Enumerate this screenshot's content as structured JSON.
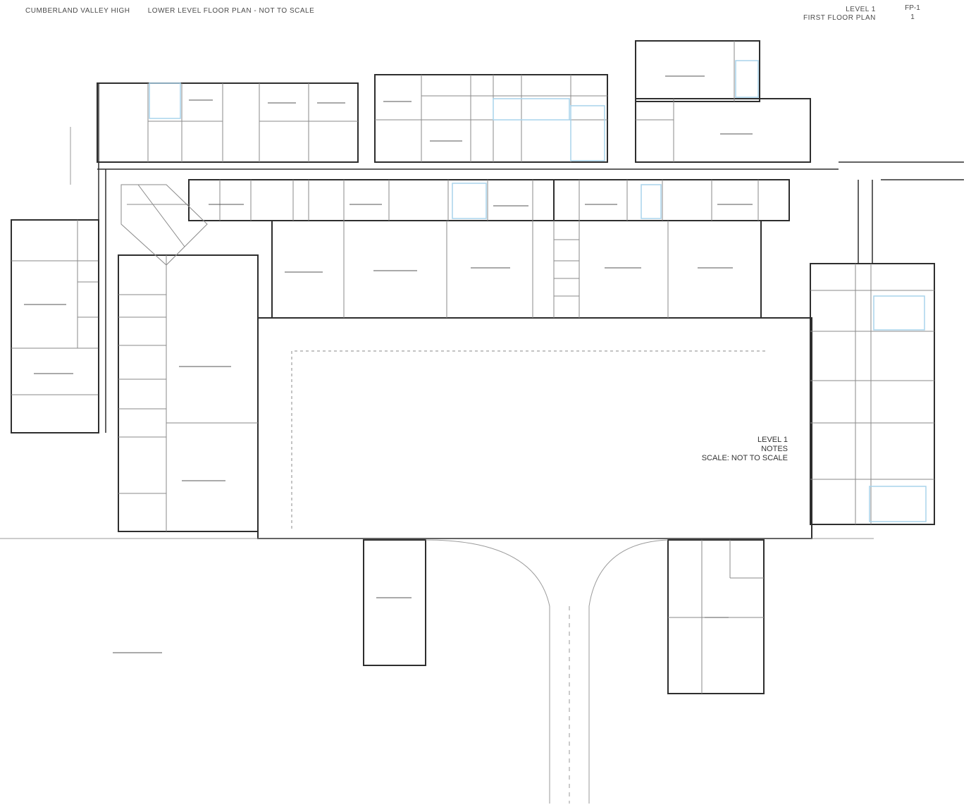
{
  "header": {
    "left_texts": [
      "CUMBERLAND VALLEY HIGH",
      "LOWER LEVEL FLOOR PLAN - NOT TO SCALE"
    ],
    "right_lines": [
      "LEVEL 1",
      "FIRST FLOOR PLAN"
    ],
    "sheet_box": [
      "FP-1",
      "1"
    ]
  },
  "note_block": [
    "LEVEL 1",
    "NOTES",
    "SCALE: NOT TO SCALE"
  ],
  "colors": {
    "wall": "#2e2e2e",
    "thin_wall": "#8a8a8a",
    "accent_blue": "#2a6fb0",
    "light_blue": "#a9d4ec",
    "site": "#9a9a9a",
    "label": "#555555"
  }
}
